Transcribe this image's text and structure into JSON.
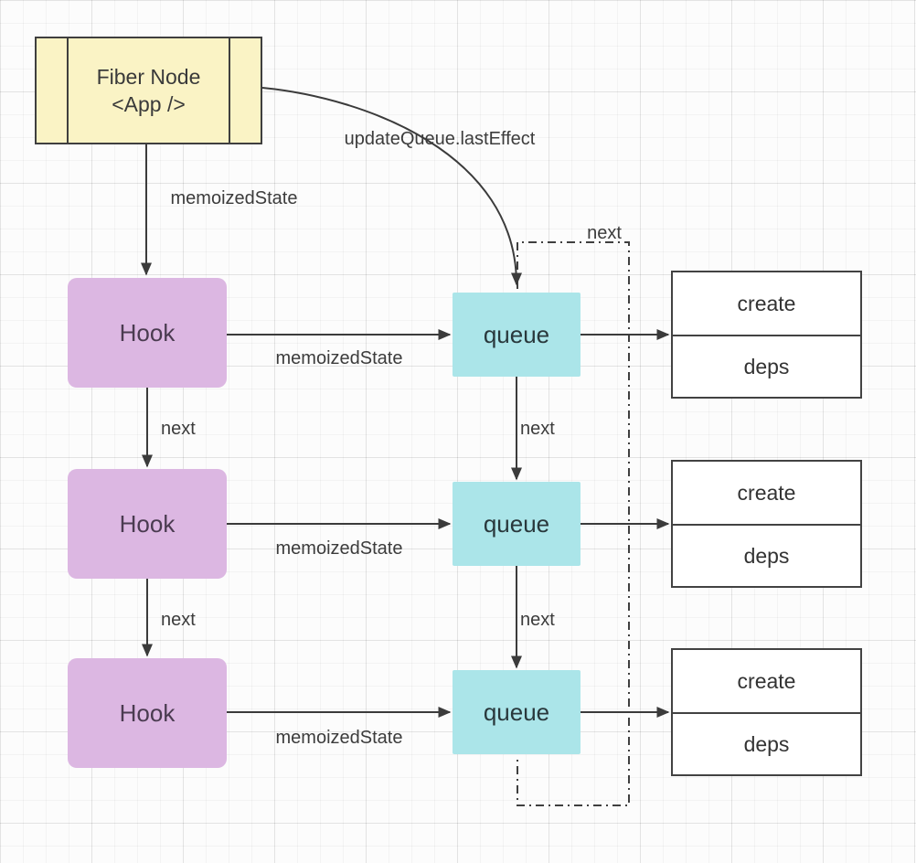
{
  "diagram": {
    "fiber_node": {
      "title": "Fiber Node",
      "subtitle": "<App />"
    },
    "hooks": [
      {
        "label": "Hook"
      },
      {
        "label": "Hook"
      },
      {
        "label": "Hook"
      }
    ],
    "queues": [
      {
        "label": "queue"
      },
      {
        "label": "queue"
      },
      {
        "label": "queue"
      }
    ],
    "effects": [
      {
        "create": "create",
        "deps": "deps"
      },
      {
        "create": "create",
        "deps": "deps"
      },
      {
        "create": "create",
        "deps": "deps"
      }
    ],
    "labels": {
      "memoized_state_root": "memoizedState",
      "update_queue_last_effect": "updateQueue.lastEffect",
      "memoized_state_1": "memoizedState",
      "memoized_state_2": "memoizedState",
      "memoized_state_3": "memoizedState",
      "hook_next_1": "next",
      "hook_next_2": "next",
      "queue_next_1": "next",
      "queue_next_2": "next",
      "last_effect_next": "next"
    },
    "colors": {
      "fiber_fill": "#faf3c5",
      "hook_fill": "#dcb7e2",
      "queue_fill": "#abe5e9",
      "effect_fill": "#ffffff",
      "stroke": "#3f3f3f",
      "background": "#fcfcfc"
    }
  }
}
